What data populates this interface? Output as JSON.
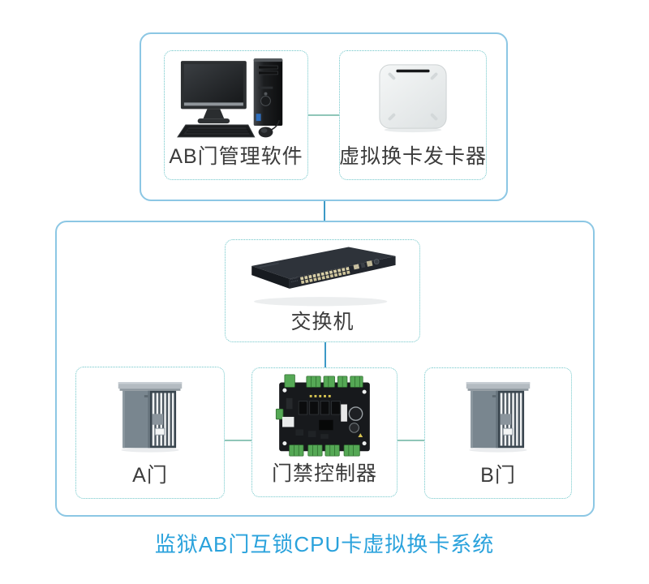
{
  "diagram_title": {
    "text": "监狱AB门互锁CPU卡虚拟换卡系统",
    "color": "#2aa2dc"
  },
  "management_group": {
    "items": [
      {
        "label": "AB门管理软件",
        "icon": "desktop-computer-icon"
      },
      {
        "label": "虚拟换卡发卡器",
        "icon": "card-issuer-icon"
      }
    ]
  },
  "field_group": {
    "switch_item": {
      "label": "交换机",
      "icon": "network-switch-icon"
    },
    "items": [
      {
        "label": "A门",
        "icon": "prison-door-icon"
      },
      {
        "label": "门禁控制器",
        "icon": "access-controller-icon"
      },
      {
        "label": "B门",
        "icon": "prison-door-icon"
      }
    ]
  },
  "colors": {
    "group_border": "#8cc7e4",
    "item_border_dotted": "#6fc6c9",
    "connector_vertical": "#3c99c6",
    "connector_horizontal": "#8fc6b8",
    "label_text": "#3c3c3c",
    "title_text": "#2aa2dc",
    "background": "#ffffff"
  }
}
